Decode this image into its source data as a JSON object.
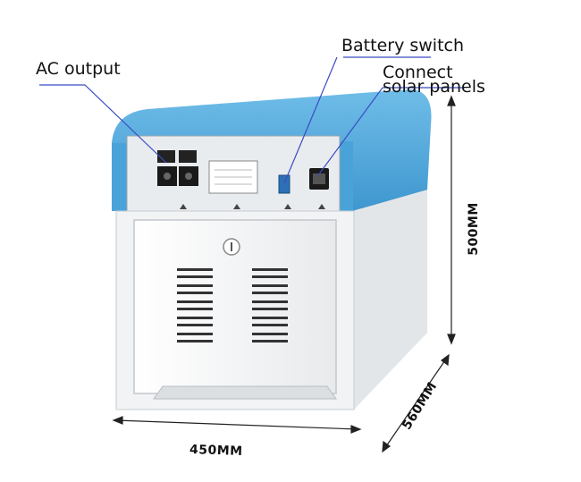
{
  "callouts": {
    "ac_output": "AC output",
    "battery_switch": "Battery switch",
    "solar_line1": "Connect",
    "solar_line2": "solar panels"
  },
  "dimensions": {
    "width": "450MM",
    "depth": "560MM",
    "height": "500MM"
  },
  "colors": {
    "shell_blue": "#4aa3d8",
    "door_white": "#f6f7f8",
    "panel_grey": "#e9ecef",
    "callout_line": "#3a4cc4"
  }
}
